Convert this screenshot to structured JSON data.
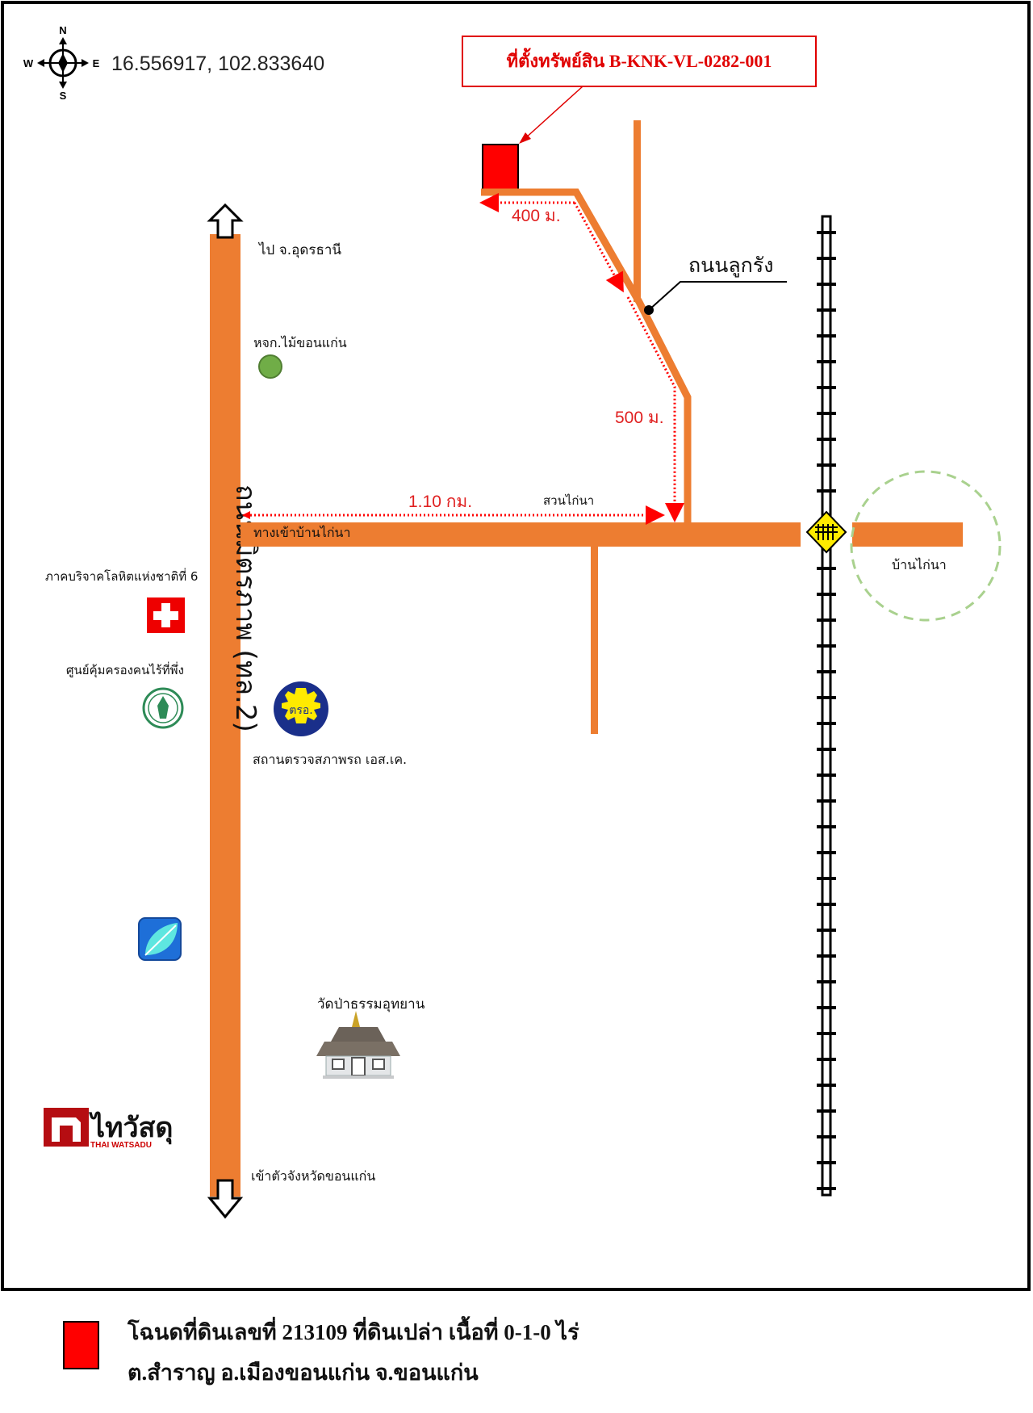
{
  "header": {
    "compass": {
      "north": "N",
      "south": "S",
      "east": "E",
      "west": "W"
    },
    "coordinates": "16.556917, 102.833640",
    "asset_title": "ที่ตั้งทรัพย์สิน B-KNK-VL-0282-001"
  },
  "roads": {
    "highway_name": "ถนนมิตรภาพ (ทล.2)",
    "branch_road": "ถนนลูกรัง",
    "village_entrance": "ทางเข้าบ้านไก่นา"
  },
  "directions": {
    "north_destination": "ไป จ.อุดรธานี",
    "south_destination": "เข้าตัวจังหวัดขอนแก่น"
  },
  "distances": {
    "segment_1": "400 ม.",
    "segment_2": "500 ม.",
    "segment_3": "1.10 กม."
  },
  "landmarks": {
    "timber_shop": "หจก.ไม้ขอนแก่น",
    "blood_center": "ภาคบริจาคโลหิตแห่งชาติที่ 6",
    "shelter": "ศูนย์คุ้มครองคนไร้ที่พึ่ง",
    "inspection_logo_text": "ตรอ.",
    "inspection_station": "สถานตรวจสภาพรถ เอส.เค.",
    "temple": "วัดป่าธรรมอุทยาน",
    "garden": "สวนไก่นา",
    "village": "บ้านไก่นา",
    "thaiwatsadu_th": "ไทวัสดุ",
    "thaiwatsadu_en": "THAI WATSADU"
  },
  "legend": {
    "line_1": "โฉนดที่ดินเลขที่ 213109 ที่ดินเปล่า เนื้อที่ 0-1-0 ไร่",
    "line_2": "ต.สำราญ อ.เมืองขอนแก่น จ.ขอนแก่น"
  },
  "colors": {
    "road": "#ed7d31",
    "property": "#ff0000",
    "distance": "#e02020",
    "village_circle": "#a9d18e",
    "park_dot": "#70ad47"
  }
}
